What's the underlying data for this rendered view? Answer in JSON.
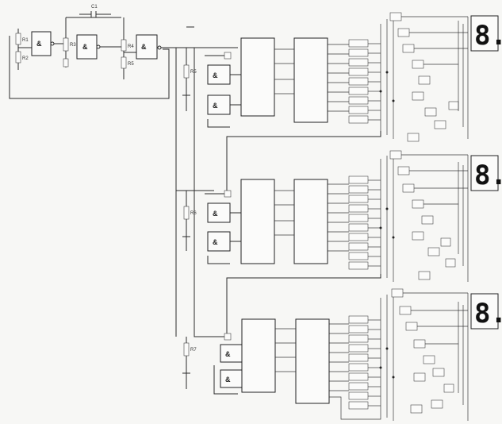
{
  "oscillator": {
    "gate_symbol": "&",
    "capacitor": "C1",
    "resistors": [
      "R1",
      "R2",
      "R3",
      "R4",
      "R5"
    ]
  },
  "stages": [
    {
      "resistor": "R5",
      "gate_symbol": "&",
      "display_digit": "8."
    },
    {
      "resistor": "R6",
      "gate_symbol": "&",
      "display_digit": "8."
    },
    {
      "resistor": "R7",
      "gate_symbol": "&",
      "display_digit": "8."
    }
  ]
}
